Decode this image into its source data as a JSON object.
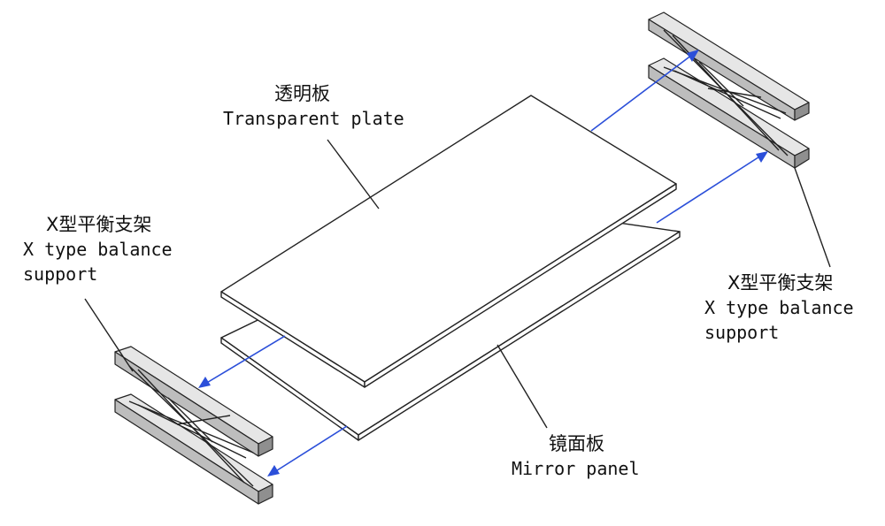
{
  "labels": {
    "transparent_plate": {
      "zh": "透明板",
      "en": "Transparent plate"
    },
    "x_support_left": {
      "zh": "X型平衡支架",
      "en_line1": "X type balance",
      "en_line2": "support"
    },
    "x_support_right": {
      "zh": "X型平衡支架",
      "en_line1": "X type balance",
      "en_line2": "support"
    },
    "mirror_panel": {
      "zh": "镜面板",
      "en": "Mirror panel"
    }
  },
  "colors": {
    "arrow": "#2b4fd9",
    "line": "#222222"
  }
}
